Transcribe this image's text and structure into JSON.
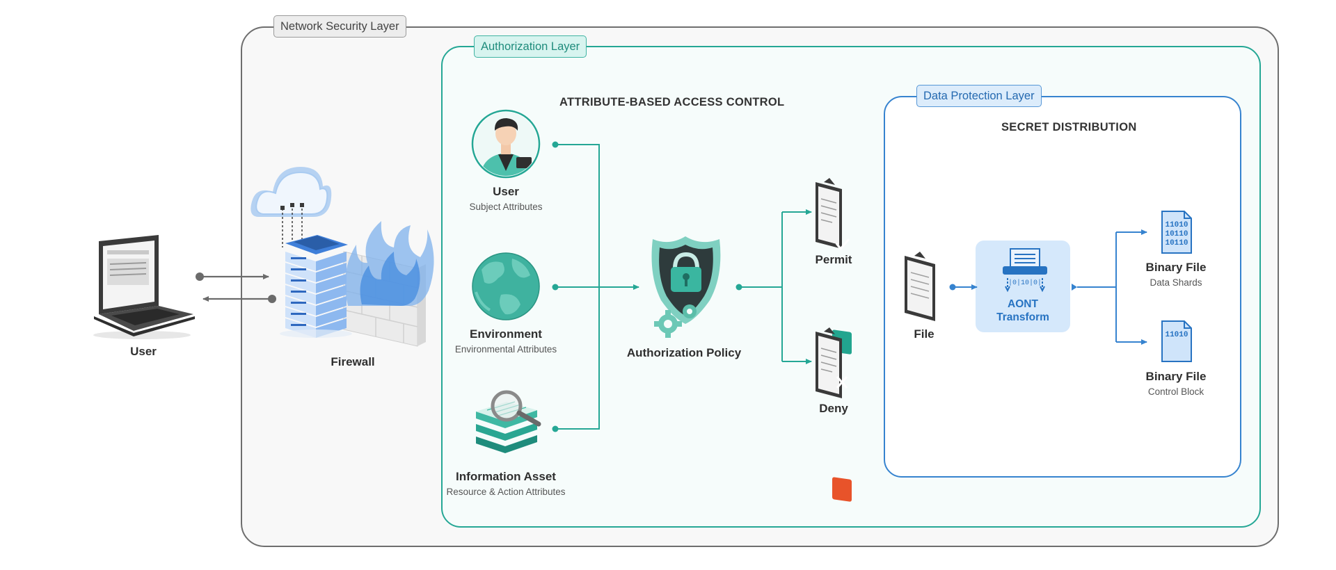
{
  "layers": {
    "network": "Network Security Layer",
    "authorization": "Authorization Layer",
    "data_protection": "Data Protection Layer"
  },
  "headings": {
    "abac": "ATTRIBUTE-BASED ACCESS CONTROL",
    "secret": "SECRET DISTRIBUTION"
  },
  "nodes": {
    "client_user": {
      "label": "User"
    },
    "firewall": {
      "label": "Firewall"
    },
    "subject": {
      "label": "User",
      "sub": "Subject Attributes"
    },
    "environment": {
      "label": "Environment",
      "sub": "Environmental Attributes"
    },
    "asset": {
      "label": "Information Asset",
      "sub": "Resource & Action Attributes"
    },
    "policy": {
      "label": "Authorization Policy"
    },
    "permit": {
      "label": "Permit"
    },
    "deny": {
      "label": "Deny"
    },
    "file": {
      "label": "File"
    },
    "aont": {
      "label_line1": "AONT",
      "label_line2": "Transform"
    },
    "binary_shards": {
      "label": "Binary File",
      "sub": "Data Shards",
      "glyph_l1": "11010",
      "glyph_l2": "10110",
      "glyph_l3": "10110"
    },
    "binary_control": {
      "label": "Binary File",
      "sub": "Control Block",
      "glyph_l1": "11010"
    }
  },
  "colors": {
    "network_border": "#6e6e6e",
    "auth_accent": "#25a795",
    "data_accent": "#3683cf",
    "neutral_arrow": "#6b6b6b",
    "permit_check": "#22a58f",
    "deny_x": "#e8532a"
  }
}
